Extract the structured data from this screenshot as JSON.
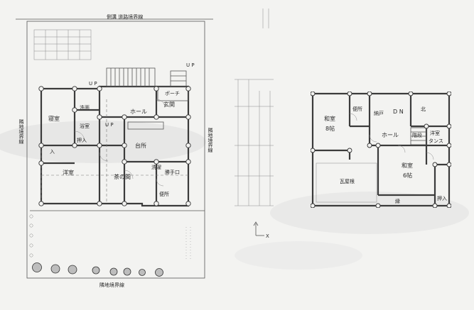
{
  "site": {
    "top_road_label": "側溝 道路境界線",
    "bottom_road_label": "隣地境界線",
    "left_boundary_label": "隣地境界線",
    "right_boundary_label": "隣地境界線"
  },
  "floor1": {
    "rooms": {
      "shinshitsu": "寝室",
      "senmen": "洗面",
      "tsutsumi": "浴室",
      "hall": "ホール",
      "genkan": "玄関",
      "porch": "ポーチ",
      "oshiire": "押入",
      "daidokoro": "台所",
      "kitchen_left": "洋室",
      "honma": "茶の間",
      "katte": "勝手口",
      "laundry": "洗濯",
      "entry_in": "入",
      "toilet": "便所"
    },
    "up_labels": [
      "U P",
      "U P",
      "U P"
    ]
  },
  "floor2": {
    "rooms": {
      "washitsu_a": "和室",
      "washitsu_a_size": "8帖",
      "benjo": "便所",
      "nando": "納戸",
      "dn": "D N",
      "kita": "北",
      "hall": "ホール",
      "kaidan": "階段",
      "yoshitsu": "洋室",
      "tansu": "タンス",
      "washitsu_b": "和室",
      "washitsu_b_size": "6帖",
      "roof": "瓦屋根",
      "oshiire": "押入",
      "en": "縁"
    }
  },
  "compass": {
    "label": "X"
  }
}
